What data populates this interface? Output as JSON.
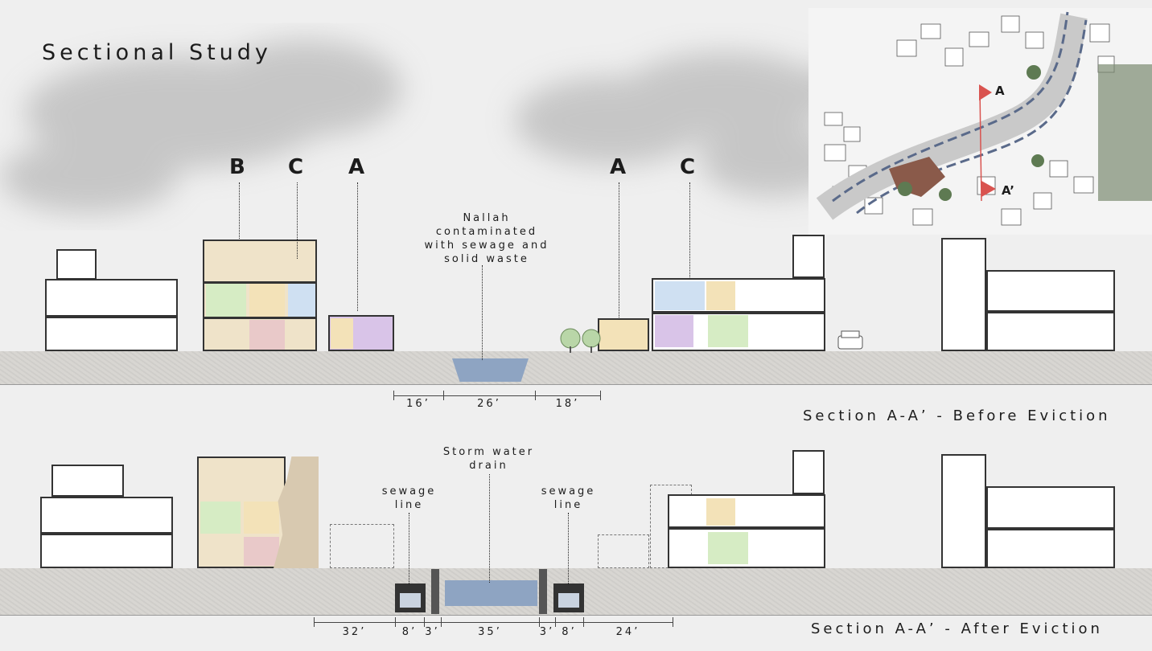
{
  "title": "Sectional Study",
  "labels_top": [
    "B",
    "C",
    "A",
    "A",
    "C"
  ],
  "note_top": "Nallah contaminated with sewage and solid waste",
  "dims_top": [
    "16’",
    "26’",
    "18’"
  ],
  "section_top": "Section A-A’ - Before Eviction",
  "note_bottom_center": "Storm water drain",
  "note_bottom_left": "sewage line",
  "note_bottom_right": "sewage line",
  "dims_bottom": [
    "32’",
    "8’",
    "3’",
    "35’",
    "3’",
    "8’",
    "24’"
  ],
  "section_bottom": "Section A-A’ - After Eviction",
  "map_labels": [
    "A",
    "A’"
  ],
  "colors": {
    "ground": "#d6d4d0",
    "water": "#8ea4c2",
    "structure": "#333333",
    "marker": "#d9534f",
    "room_yellow": "#f3e2b8",
    "room_green": "#d6ecc4",
    "room_blue": "#cfe0f2",
    "room_pink": "#e9c9c9",
    "room_purple": "#d9c4e8"
  }
}
